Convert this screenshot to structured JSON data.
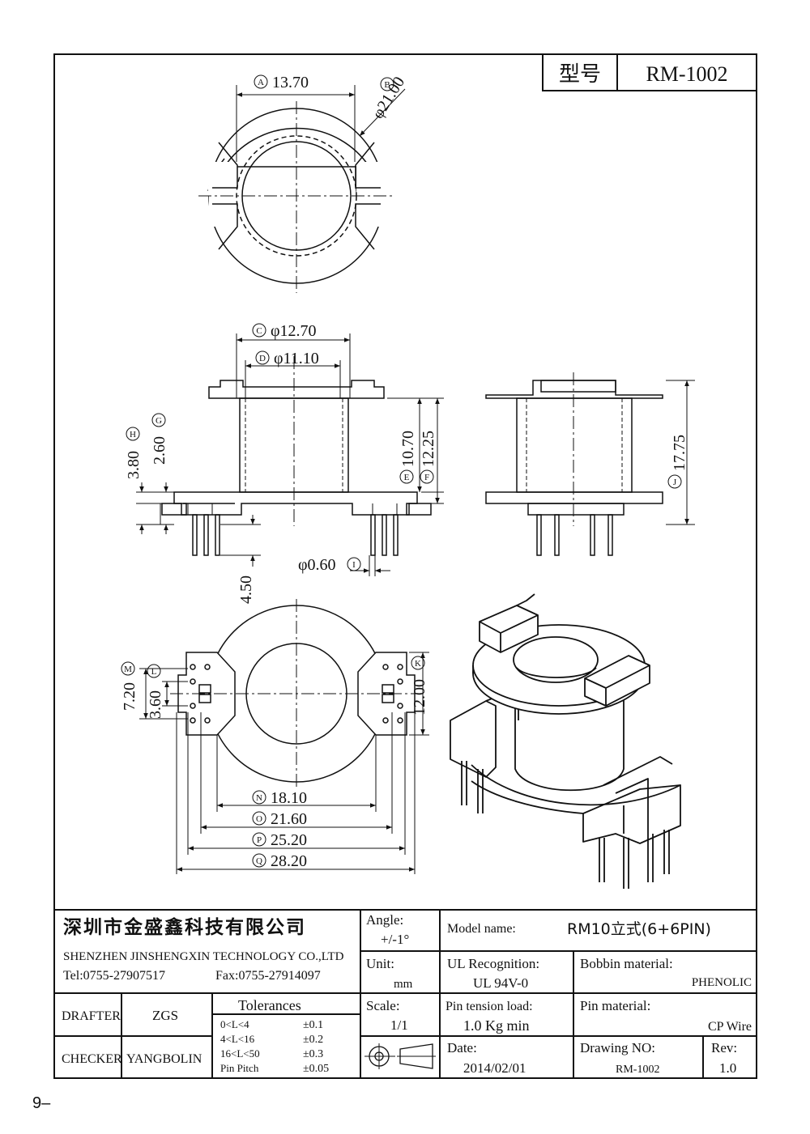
{
  "header": {
    "model_label": "型号",
    "model_value": "RM-1002"
  },
  "dimensions": {
    "A": {
      "letter": "A",
      "value": "13.70"
    },
    "B": {
      "letter": "B",
      "value": "φ21.00"
    },
    "C": {
      "letter": "C",
      "value": "φ12.70"
    },
    "D": {
      "letter": "D",
      "value": "φ11.10"
    },
    "E": {
      "letter": "E",
      "value": "10.70"
    },
    "F": {
      "letter": "F",
      "value": "12.25"
    },
    "G": {
      "letter": "G",
      "value": "2.60"
    },
    "H": {
      "letter": "H",
      "value": "3.80"
    },
    "I": {
      "letter": "I",
      "value": "φ0.60"
    },
    "J": {
      "letter": "J",
      "value": "17.75"
    },
    "K": {
      "letter": "K",
      "value": "12.00"
    },
    "L": {
      "letter": "L",
      "value": "3.60"
    },
    "M": {
      "letter": "M",
      "value": "7.20"
    },
    "N": {
      "letter": "N",
      "value": "18.10"
    },
    "O": {
      "letter": "O",
      "value": "21.60"
    },
    "P": {
      "letter": "P",
      "value": "25.20"
    },
    "Q": {
      "letter": "Q",
      "value": "28.20"
    },
    "pin_length": "4.50"
  },
  "title_block": {
    "company_cn": "深圳市金盛鑫科技有限公司",
    "company_en": "SHENZHEN JINSHENGXIN TECHNOLOGY CO.,LTD",
    "tel": "Tel:0755-27907517",
    "fax": "Fax:0755-27914097",
    "angle_label": "Angle:",
    "angle_value": "+/-1°",
    "unit_label": "Unit:",
    "unit_value": "mm",
    "scale_label": "Scale:",
    "scale_value": "1/1",
    "model_name_label": "Model name:",
    "model_name_value": "RM10立式(6+6PIN)",
    "ul_label": "UL Recognition:",
    "ul_value": "UL 94V-0",
    "bobbin_label": "Bobbin material:",
    "bobbin_value": "PHENOLIC",
    "pin_tension_label": "Pin tension load:",
    "pin_tension_value": "1.0 Kg min",
    "pin_material_label": "Pin material:",
    "pin_material_value": "CP Wire",
    "date_label": "Date:",
    "date_value": "2014/02/01",
    "drawing_no_label": "Drawing NO:",
    "drawing_no_value": "RM-1002",
    "rev_label": "Rev:",
    "rev_value": "1.0",
    "drafter_label": "DRAFTER",
    "drafter_value": "ZGS",
    "checker_label": "CHECKER",
    "checker_value": "YANGBOLIN",
    "tolerances_title": "Tolerances",
    "tolerances": [
      {
        "range": "0<L<4",
        "value": "±0.1"
      },
      {
        "range": "4<L<16",
        "value": "±0.2"
      },
      {
        "range": "16<L<50",
        "value": "±0.3"
      },
      {
        "range": "Pin Pitch",
        "value": "±0.05"
      }
    ]
  },
  "page_number": "9–"
}
